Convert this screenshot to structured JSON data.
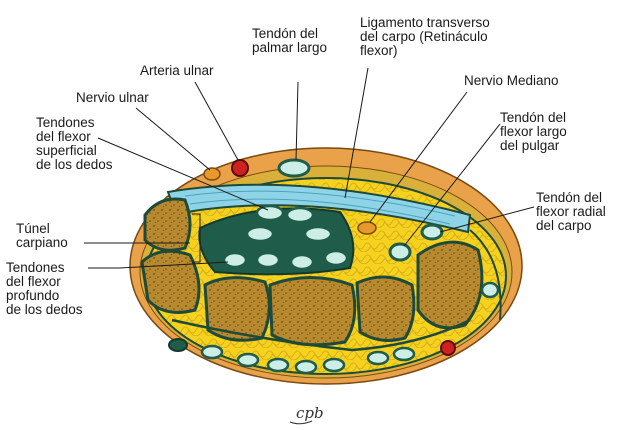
{
  "labels": {
    "arteria_ulnar": [
      "Arteria ulnar"
    ],
    "tendon_palmar_largo": [
      "Tendón del",
      "palmar largo"
    ],
    "ligamento_transverso": [
      "Ligamento transverso",
      "del carpo (Retináculo",
      "flexor)"
    ],
    "nervio_mediano": [
      "Nervio Mediano"
    ],
    "nervio_ulnar": [
      "Nervio ulnar"
    ],
    "tendones_flexor_superficial": [
      "Tendones",
      "del flexor",
      "superficial",
      "de los dedos"
    ],
    "tendon_flexor_largo_pulgar": [
      "Tendón del",
      "flexor largo",
      "del pulgar"
    ],
    "tendon_flexor_radial": [
      "Tendón del",
      "flexor radial",
      "del carpo"
    ],
    "tunel_carpiano": [
      "Túnel",
      "carpiano"
    ],
    "tendones_flexor_profundo": [
      "Tendones",
      "del flexor",
      "profundo",
      "de los dedos"
    ]
  },
  "signature": "cpb",
  "colors": {
    "skin": "#e9a24a",
    "fat_yellow": "#f4d21e",
    "fat_cell_line": "#d6a81a",
    "outline": "#1d4a3a",
    "bone": "#b88a30",
    "bone_dots": "#6e4a10",
    "tendon_fill": "#cdeee6",
    "tendon_ring": "#1f5c4a",
    "ligament_blue": "#8fd3e6",
    "artery_red": "#cc2222",
    "nerve_orange": "#e79a2a"
  }
}
